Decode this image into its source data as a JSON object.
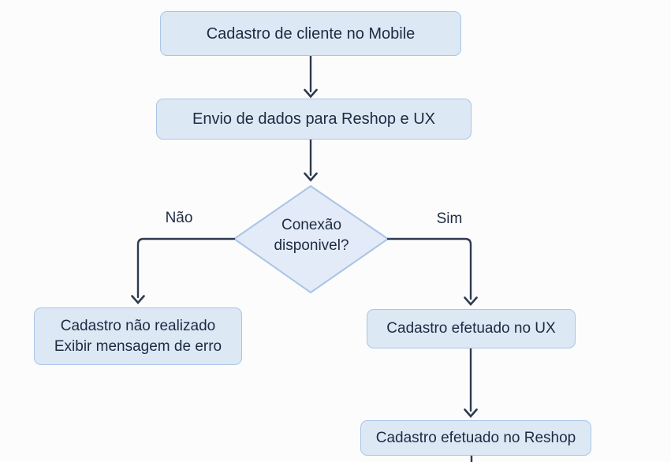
{
  "diagram": {
    "type": "flowchart",
    "nodes": {
      "start": {
        "label": "Cadastro de cliente no Mobile"
      },
      "send_data": {
        "label": "Envio de dados para Reshop e UX"
      },
      "decision": {
        "line1": "Conexão",
        "line2": "disponivel?"
      },
      "no_result": {
        "line1": "Cadastro não realizado",
        "line2": "Exibir mensagem de erro"
      },
      "ux_done": {
        "label": "Cadastro efetuado no UX"
      },
      "reshop_done": {
        "label": "Cadastro efetuado no Reshop"
      }
    },
    "branch_labels": {
      "no": "Não",
      "yes": "Sim"
    },
    "colors": {
      "background": "#fcfcfc",
      "node_fill": "#dde8f5",
      "diamond_fill": "#e2ebf7",
      "node_border": "#a9c5e6",
      "text": "#1d2b42",
      "arrow": "#2e3b50"
    }
  }
}
